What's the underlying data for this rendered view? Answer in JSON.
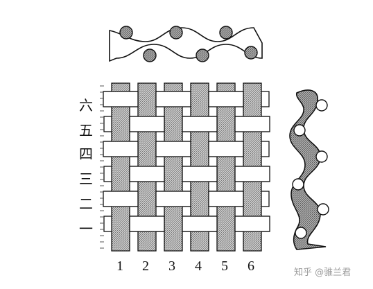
{
  "row_labels": [
    "六",
    "五",
    "四",
    "三",
    "二",
    "一"
  ],
  "column_labels": [
    "1",
    "2",
    "3",
    "4",
    "5",
    "6"
  ],
  "weave_pattern": {
    "rows": 6,
    "columns": 6,
    "shaded_thread": "warp",
    "white_thread": "weft"
  },
  "watermark": "知乎 @骓兰君"
}
